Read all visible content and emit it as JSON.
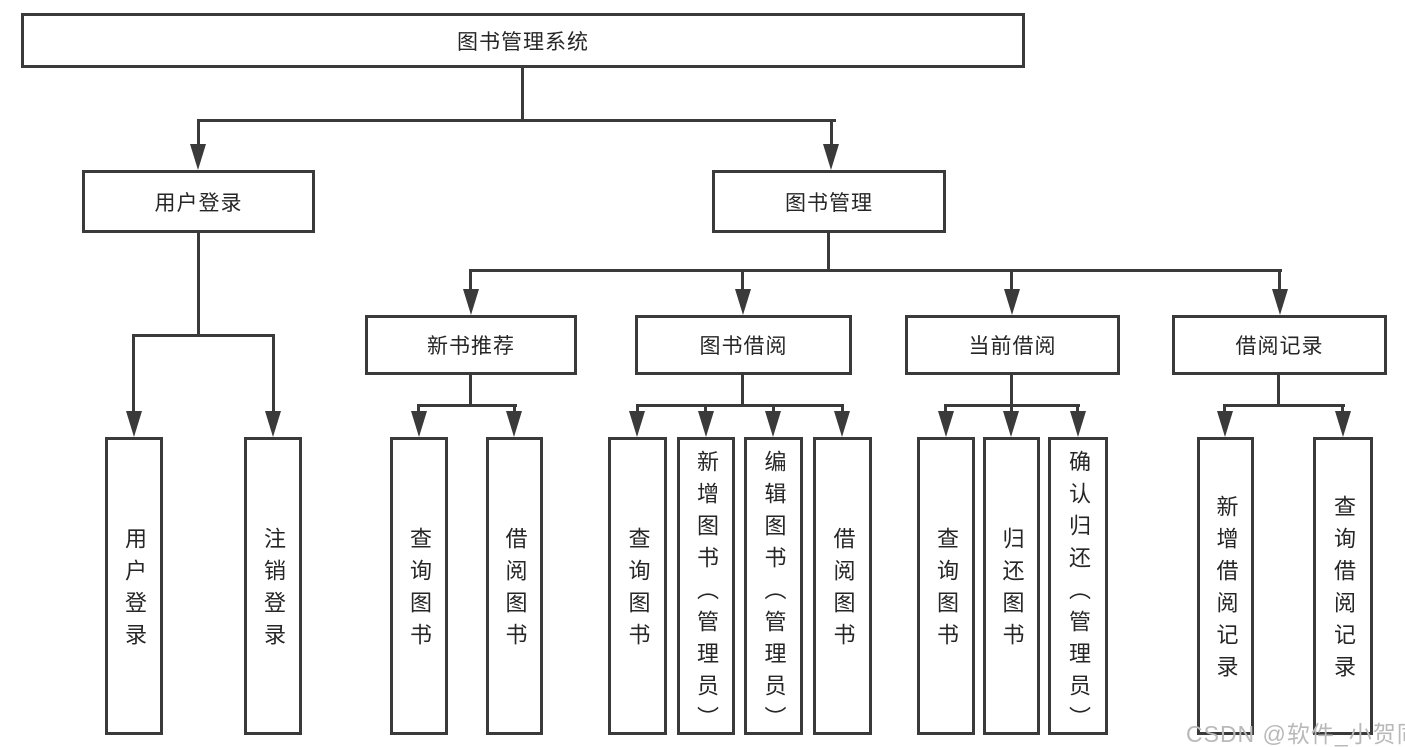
{
  "root": {
    "label": "图书管理系统"
  },
  "branches": [
    {
      "label": "用户登录",
      "children": [
        {
          "label": "用户登录"
        },
        {
          "label": "注销登录"
        }
      ]
    },
    {
      "label": "图书管理",
      "children": [
        {
          "label": "新书推荐",
          "children": [
            {
              "label": "查询图书"
            },
            {
              "label": "借阅图书"
            }
          ]
        },
        {
          "label": "图书借阅",
          "children": [
            {
              "label": "查询图书"
            },
            {
              "label": "新增图书（管理员）"
            },
            {
              "label": "编辑图书（管理员）"
            },
            {
              "label": "借阅图书"
            }
          ]
        },
        {
          "label": "当前借阅",
          "children": [
            {
              "label": "查询图书"
            },
            {
              "label": "归还图书"
            },
            {
              "label": "确认归还（管理员）"
            }
          ]
        },
        {
          "label": "借阅记录",
          "children": [
            {
              "label": "新增借阅记录"
            },
            {
              "label": "查询借阅记录"
            }
          ]
        }
      ]
    }
  ],
  "watermark": {
    "text": "CSDN @软件_小贺同学"
  },
  "colors": {
    "line": "#3a3a3a",
    "box_border": "#3a3a3a",
    "text": "#262626",
    "watermark": "#b9b9b9",
    "background": "#ffffff"
  }
}
